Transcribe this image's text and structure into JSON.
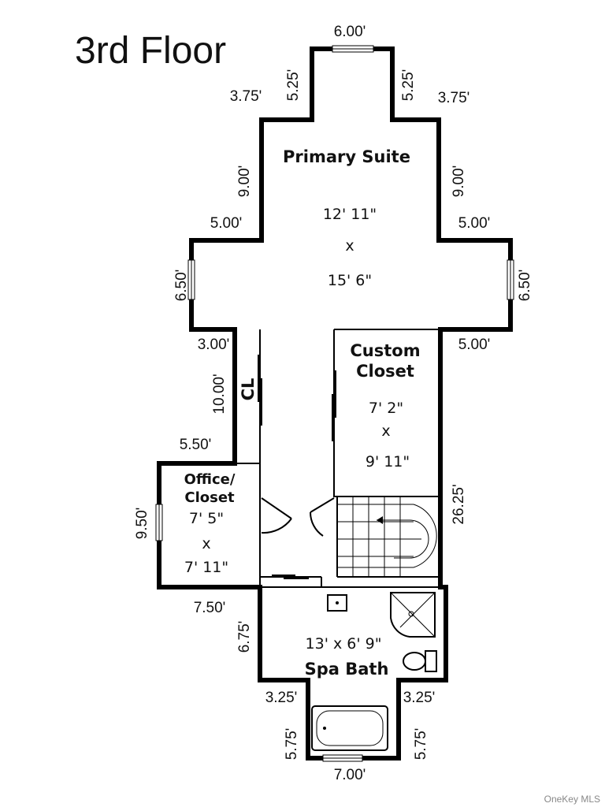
{
  "title": "3rd Floor",
  "rooms": {
    "primary_suite": {
      "name": "Primary Suite",
      "width": "12' 11\"",
      "by": "x",
      "length": "15' 6\""
    },
    "custom_closet": {
      "name_line1": "Custom",
      "name_line2": "Closet",
      "width": "7' 2\"",
      "by": "x",
      "length": "9' 11\""
    },
    "office": {
      "name_line1": "Office/",
      "name_line2": "Closet",
      "width": "7' 5\"",
      "by": "x",
      "length": "7' 11\""
    },
    "closet": {
      "name": "CL"
    },
    "spa_bath": {
      "name": "Spa Bath",
      "size": "13' x 6' 9\""
    }
  },
  "measurements": {
    "top_width": "6.00'",
    "top_left_height": "5.25'",
    "top_right_height": "5.25'",
    "top_left_step": "3.75'",
    "top_right_step": "3.75'",
    "left_upper": "9.00'",
    "right_upper": "9.00'",
    "left_mid_step": "5.00'",
    "right_mid_step": "5.00'",
    "left_window_wall": "6.50'",
    "right_window_wall": "6.50'",
    "left_lower_step": "3.00'",
    "right_lower_step": "5.00'",
    "left_corridor": "10.00'",
    "office_top_step": "5.50'",
    "office_wall": "9.50'",
    "right_long_wall": "26.25'",
    "office_bottom_step": "7.50'",
    "bath_left_wall": "6.75'",
    "bath_left_step": "3.25'",
    "bath_right_step": "3.25'",
    "tub_left": "5.75'",
    "tub_right": "5.75'",
    "bottom_width": "7.00'"
  },
  "watermark": "OneKey MLS"
}
